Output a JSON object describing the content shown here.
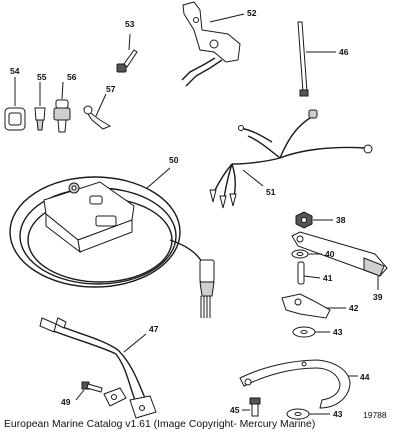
{
  "parts": {
    "p38": "38",
    "p39": "39",
    "p40": "40",
    "p41": "41",
    "p42": "42",
    "p43a": "43",
    "p43b": "43",
    "p44": "44",
    "p45": "45",
    "p46": "46",
    "p47": "47",
    "p49": "49",
    "p50": "50",
    "p51": "51",
    "p52": "52",
    "p53": "53",
    "p54": "54",
    "p55": "55",
    "p56": "56",
    "p57": "57"
  },
  "drawing_number": "19788",
  "caption": "European Marine Catalog v1.61 (Image Copyright- Mercury Marine)"
}
